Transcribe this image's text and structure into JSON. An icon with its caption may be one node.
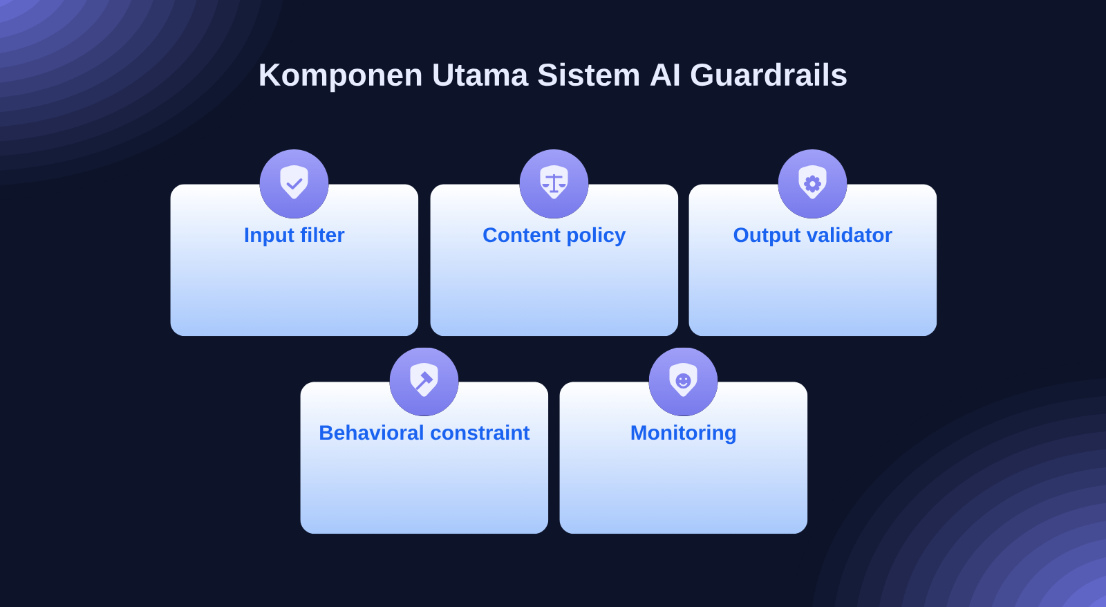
{
  "diagram": {
    "title": "Komponen Utama Sistem AI Guardrails",
    "nodes": [
      {
        "text": [
          "Input filter"
        ]
      },
      {
        "text": [
          "Content policy"
        ]
      },
      {
        "text": [
          "Output validator"
        ]
      },
      {
        "text": [
          "Behavioral constraint"
        ]
      },
      {
        "text": [
          "Monitoring"
        ]
      }
    ]
  }
}
